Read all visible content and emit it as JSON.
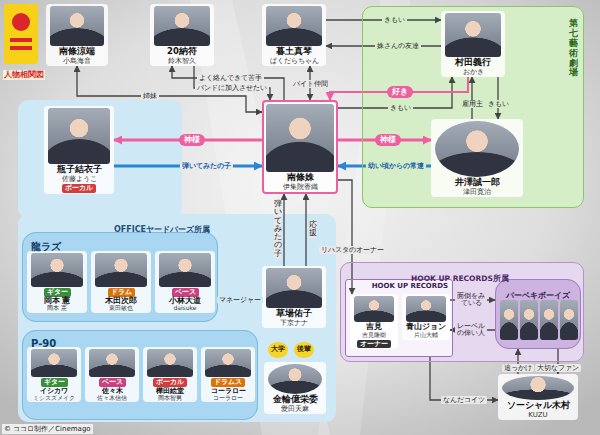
{
  "diagram": {
    "title": "人物相関図",
    "caption": "© ココロ制作／Cinemago",
    "nodes": [
      {
        "text": [
          "南條涼端",
          "小島海音"
        ]
      },
      {
        "text": [
          "20納符",
          "鈴木智久"
        ]
      },
      {
        "text": [
          "暮土真琴",
          "ぱくだらちゃん"
        ]
      },
      {
        "text": [
          "第七藝術劇場"
        ]
      },
      {
        "text": [
          "村田義行",
          "おかき"
        ],
        "in": 3
      },
      {
        "text": [
          "井澤誠一郎",
          "津田寛治"
        ],
        "in": 3
      },
      {
        "text": [
          "南條姝",
          "伊集院香織"
        ]
      },
      {
        "text": [
          "瓶子結衣子",
          "佐藤ようこ",
          "ボーカル"
        ]
      },
      {
        "text": [
          "OFFICEヤードバーズ所属"
        ]
      },
      {
        "text": [
          "龍ラズ"
        ],
        "in": 8
      },
      {
        "text": [
          "ギター",
          "岡本 憲",
          "岡本 憲"
        ],
        "in": 9
      },
      {
        "text": [
          "ドラム",
          "木田次郎",
          "東田敏也"
        ],
        "in": 9
      },
      {
        "text": [
          "ベース",
          "小林大道",
          "daisuke"
        ],
        "in": 9
      },
      {
        "text": [
          "P-90"
        ],
        "in": 8
      },
      {
        "text": [
          "ギター",
          "イシカワ",
          "ミシスズメイク"
        ],
        "in": 13
      },
      {
        "text": [
          "ベース",
          "佐々木",
          "佐々木信信"
        ],
        "in": 13
      },
      {
        "text": [
          "ボーカル",
          "樺田絵堂",
          "岡本智男"
        ],
        "in": 13
      },
      {
        "text": [
          "ドラムス",
          "コーラロー",
          "コーラロー"
        ],
        "in": 13
      },
      {
        "text": [
          "草場佑子",
          "下京ナナ"
        ],
        "in": 8
      },
      {
        "text": [
          "金輪億栄委",
          "愛田天麻"
        ],
        "in": 8
      },
      {
        "text": [
          "HOOK UP RECORDS所属"
        ]
      },
      {
        "text": [
          "HOOK UP RECORDS"
        ],
        "in": 20
      },
      {
        "text": [
          "吉見",
          "吉見隆樹",
          "オーナー"
        ],
        "in": 21
      },
      {
        "text": [
          "青山ジョン",
          "片山大輔"
        ],
        "in": 21
      },
      {
        "text": [
          "バーベキボーイズ"
        ],
        "in": 20
      },
      {
        "text": [
          "ソーシャル木村",
          "KUZU"
        ]
      }
    ],
    "edges": [
      {
        "from": 0,
        "to": 6,
        "label": "姉妹",
        "arrow": "both"
      },
      {
        "from": 1,
        "to": 6,
        "label": "バンドに加入させたい",
        "arrow": "to"
      },
      {
        "from": 6,
        "to": 1,
        "label": "よく絡んできて苦手",
        "arrow": "to"
      },
      {
        "from": 2,
        "to": 6,
        "label": "バイト仲間",
        "arrow": "both"
      },
      {
        "from": 2,
        "to": 4,
        "label": "きもい",
        "arrow": "to"
      },
      {
        "from": 4,
        "to": 2,
        "label": "姝さんの友達",
        "arrow": "to"
      },
      {
        "from": 6,
        "to": 4,
        "label": "きもい",
        "arrow": "to"
      },
      {
        "from": 4,
        "to": 6,
        "label": "好き",
        "arrow": "to"
      },
      {
        "from": 5,
        "to": 4,
        "label": "雇用主",
        "arrow": "to"
      },
      {
        "from": 4,
        "to": 5,
        "label": "きもい",
        "arrow": "to"
      },
      {
        "from": 6,
        "to": 5,
        "label": "神様",
        "arrow": "to"
      },
      {
        "from": 5,
        "to": 6,
        "label": "幼い頃からの常連",
        "arrow": "to"
      },
      {
        "from": 6,
        "to": 7,
        "label": "神様",
        "arrow": "to"
      },
      {
        "from": 7,
        "to": 6,
        "label": "弾いてみたの子",
        "arrow": "to"
      },
      {
        "from": 18,
        "to": 6,
        "label": "弾いてみたの子",
        "arrow": "to"
      },
      {
        "from": 18,
        "to": 6,
        "label": "応援",
        "arrow": "to"
      },
      {
        "from": 6,
        "to": 22,
        "label": "リハスタのオーナー",
        "arrow": "to"
      },
      {
        "from": 18,
        "to": 9,
        "label": "マネージャー",
        "arrow": "to"
      },
      {
        "from": 23,
        "to": 24,
        "label": "面倒をみている",
        "arrow": "to"
      },
      {
        "from": 24,
        "to": 23,
        "label": "レーベルの偉い人",
        "arrow": "to"
      },
      {
        "from": 25,
        "to": 24,
        "label": "追っかけ",
        "arrow": "to"
      },
      {
        "from": 24,
        "to": 25,
        "label": "大切なファン",
        "arrow": "to"
      },
      {
        "from": 21,
        "to": 25,
        "label": "なんだコイツ",
        "arrow": "to"
      }
    ],
    "labels": [
      "大学",
      "後輩"
    ]
  }
}
